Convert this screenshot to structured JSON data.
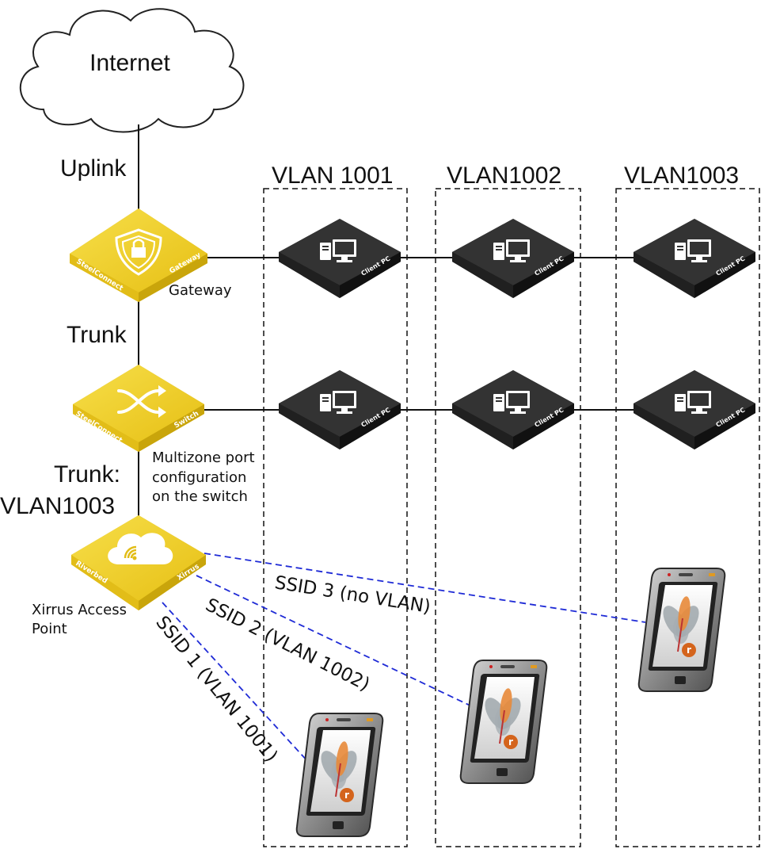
{
  "internet": {
    "label": "Internet"
  },
  "links": {
    "uplink": "Uplink",
    "trunk": "Trunk",
    "trunk_vlan_line1": "Trunk:",
    "trunk_vlan_line2": "VLAN1003"
  },
  "gateway": {
    "label": "Gateway",
    "brand": "SteelConnect",
    "type": "Gateway",
    "icon": "shield-lock-icon"
  },
  "switch": {
    "brand": "SteelConnect",
    "type": "Switch",
    "icon": "crossing-arrows-icon",
    "note_lines": [
      "Multizone port",
      "configuration",
      "on the switch"
    ]
  },
  "access_point": {
    "label_lines": [
      "Xirrus Access",
      "Point"
    ],
    "brand": "Riverbed",
    "type": "Xirrus",
    "icon": "wifi-cloud-icon"
  },
  "vlans": [
    {
      "label": "VLAN 1001"
    },
    {
      "label": "VLAN1002"
    },
    {
      "label": "VLAN1003"
    }
  ],
  "client_pc": {
    "label": "Client PC",
    "icon": "computer-icon"
  },
  "ssids": [
    {
      "label": "SSID 1 (VLAN 1001)"
    },
    {
      "label": "SSID 2 (VLAN 1002)"
    },
    {
      "label": "SSID 3 (no VLAN)"
    }
  ],
  "colors": {
    "device_yellow": "#e8c51a",
    "client_dark": "#2b2b2b",
    "wireless_line": "#1f2bd6"
  }
}
